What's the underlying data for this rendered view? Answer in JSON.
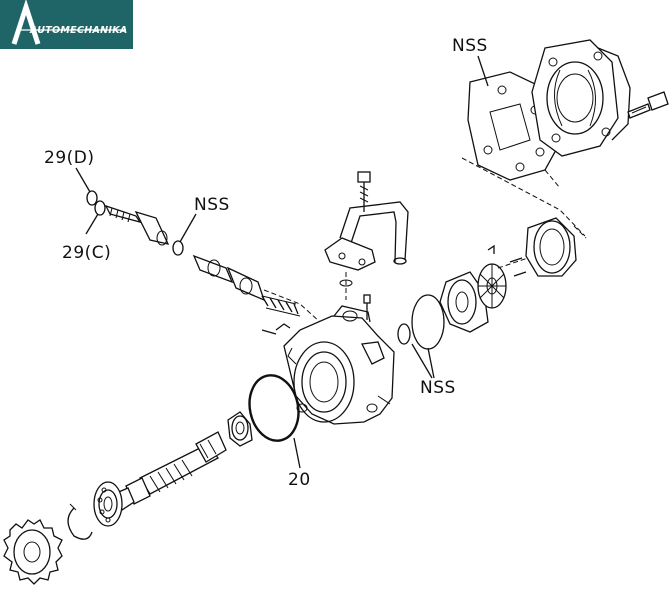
{
  "logo": {
    "text": "AUTOMECHANIKA",
    "bg_color": "#1f6567",
    "icon": "a-chevron-logo-icon"
  },
  "callouts": {
    "nss_top": "NSS",
    "label_29d": "29(D)",
    "label_29c": "29(C)",
    "nss_mid": "NSS",
    "nss_right": "NSS",
    "label_20": "20"
  }
}
